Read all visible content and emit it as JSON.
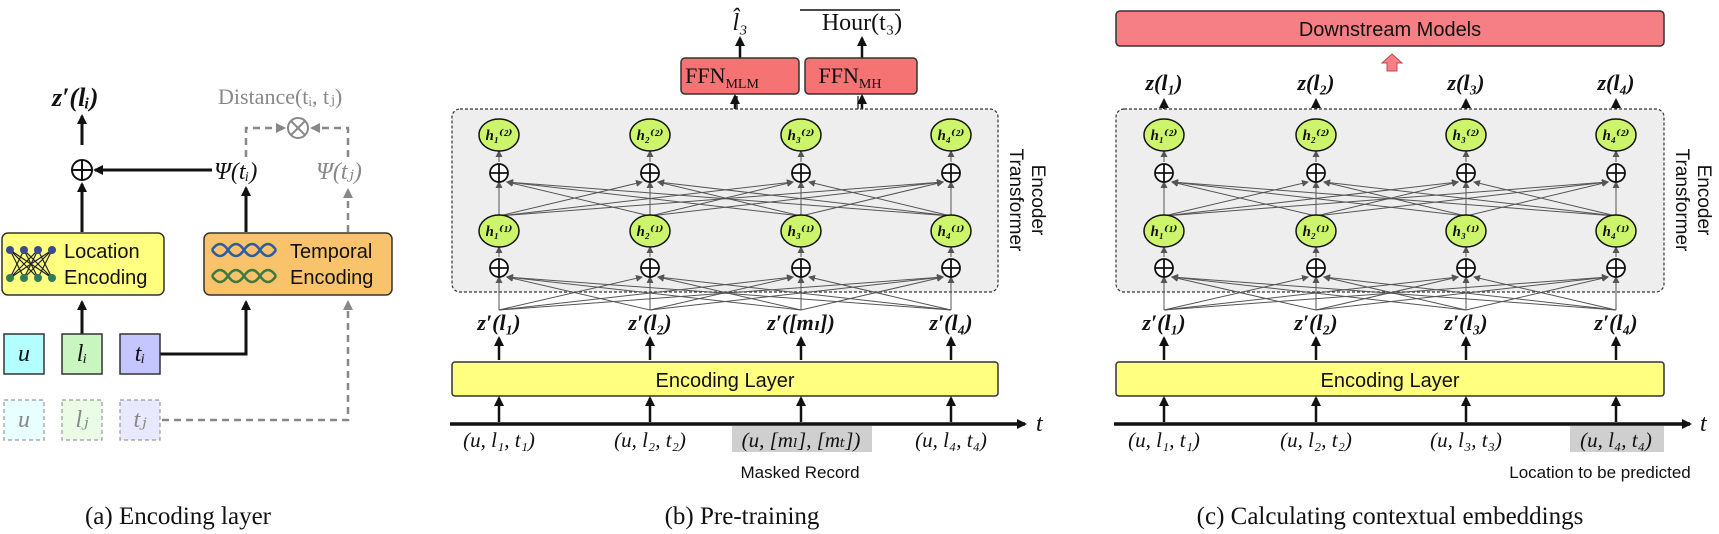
{
  "panel_a": {
    "caption": "(a)  Encoding layer",
    "output_label": "z′(lᵢ)",
    "distance_label": "Distance(tᵢ, tⱼ)",
    "psi_i": "Ψ(tᵢ)",
    "psi_j": "Ψ(tⱼ)",
    "location_encoding": [
      "Location",
      "Encoding"
    ],
    "temporal_encoding": [
      "Temporal",
      "Encoding"
    ],
    "inputs": [
      "u",
      "lᵢ",
      "tᵢ"
    ],
    "faded_inputs": [
      "u",
      "lⱼ",
      "tⱼ"
    ],
    "colors": {
      "location_box": "#ffff80",
      "temporal_box": "#f9c36b",
      "u_box": "#b3ffff",
      "l_box": "#c8f5c0",
      "t_box": "#c5c5ff"
    }
  },
  "panel_b": {
    "caption": "(b)  Pre-training",
    "ffn_mlm": "FFN",
    "ffn_mlm_sub": "MLM",
    "ffn_mh": "FFN",
    "ffn_mh_sub": "MH",
    "out_l3": "l̂₃",
    "out_hour": "Hour(t₃)",
    "encoder_label": [
      "Transformer",
      "Encoder"
    ],
    "h2_nodes": [
      "h₁⁽²⁾",
      "h₂⁽²⁾",
      "h₃⁽²⁾",
      "h₄⁽²⁾"
    ],
    "h1_nodes": [
      "h₁⁽¹⁾",
      "h₂⁽¹⁾",
      "h₃⁽¹⁾",
      "h₄⁽¹⁾"
    ],
    "z_labels": [
      "z′(l₁)",
      "z′(l₂)",
      "z′([mₗ])",
      "z′(l₄)"
    ],
    "encoding_layer": "Encoding Layer",
    "records": [
      "(u, l₁, t₁)",
      "(u, l₂, t₂)",
      "(u, [mₗ], [mₜ])",
      "(u, l₄, t₄)"
    ],
    "time_axis": "t",
    "masked_note": "Masked Record",
    "colors": {
      "ffn": "#f57373",
      "node": "#cdf56b",
      "encoding_layer": "#ffff80",
      "encoder_bg": "#eeeeee"
    }
  },
  "panel_c": {
    "caption": "(c)  Calculating contextual embeddings",
    "downstream": "Downstream Models",
    "outputs": [
      "z(l₁)",
      "z(l₂)",
      "z(l₃)",
      "z(l₄)"
    ],
    "encoder_label": [
      "Transformer",
      "Encoder"
    ],
    "h2_nodes": [
      "h₁⁽²⁾",
      "h₂⁽²⁾",
      "h₃⁽²⁾",
      "h₄⁽²⁾"
    ],
    "h1_nodes": [
      "h₁⁽¹⁾",
      "h₂⁽¹⁾",
      "h₃⁽¹⁾",
      "h₄⁽¹⁾"
    ],
    "z_labels": [
      "z′(l₁)",
      "z′(l₂)",
      "z′(l₃)",
      "z′(l₄)"
    ],
    "encoding_layer": "Encoding Layer",
    "records": [
      "(u, l₁, t₁)",
      "(u, l₂, t₂)",
      "(u, l₃, t₃)",
      "(u, l₄, t₄)"
    ],
    "time_axis": "t",
    "predict_note": "Location to be predicted",
    "colors": {
      "downstream": "#f57f84"
    }
  }
}
